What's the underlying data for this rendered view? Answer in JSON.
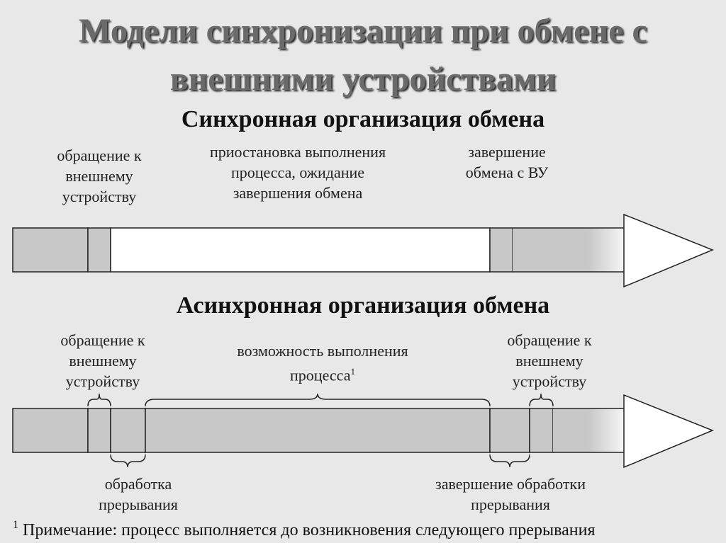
{
  "title_line1": "Модели синхронизации при обмене с",
  "title_line2": "внешними устройствами",
  "sync": {
    "heading": "Синхронная организация обмена",
    "label_access": "обращение к внешнему устройству",
    "label_access_lines": [
      "обращение к",
      "внешнему",
      "устройству"
    ],
    "label_wait_lines": [
      "приостановка выполнения",
      "процесса, ожидание",
      "завершения обмена"
    ],
    "label_done_lines": [
      "завершение",
      "обмена с ВУ"
    ]
  },
  "async": {
    "heading": "Асинхронная организация обмена",
    "label_access_left_lines": [
      "обращение к",
      "внешнему",
      "устройству"
    ],
    "label_process": "возможность выполнения",
    "label_process2": "процесса",
    "footnote_mark": "1",
    "label_access_right_lines": [
      "обращение к",
      "внешнему",
      "устройству"
    ],
    "label_interrupt_lines": [
      "обработка",
      "прерывания"
    ],
    "label_interrupt_end_lines": [
      "завершение обработки",
      "прерывания"
    ]
  },
  "footnote": {
    "mark": "1",
    "text": "Примечание: процесс выполняется до возникновения следующего прерывания"
  },
  "colors": {
    "background": "#e8e8e8",
    "bar_gray": "#c8c8c8",
    "bar_white": "#ffffff",
    "title_gray": "#6a6a6a"
  }
}
